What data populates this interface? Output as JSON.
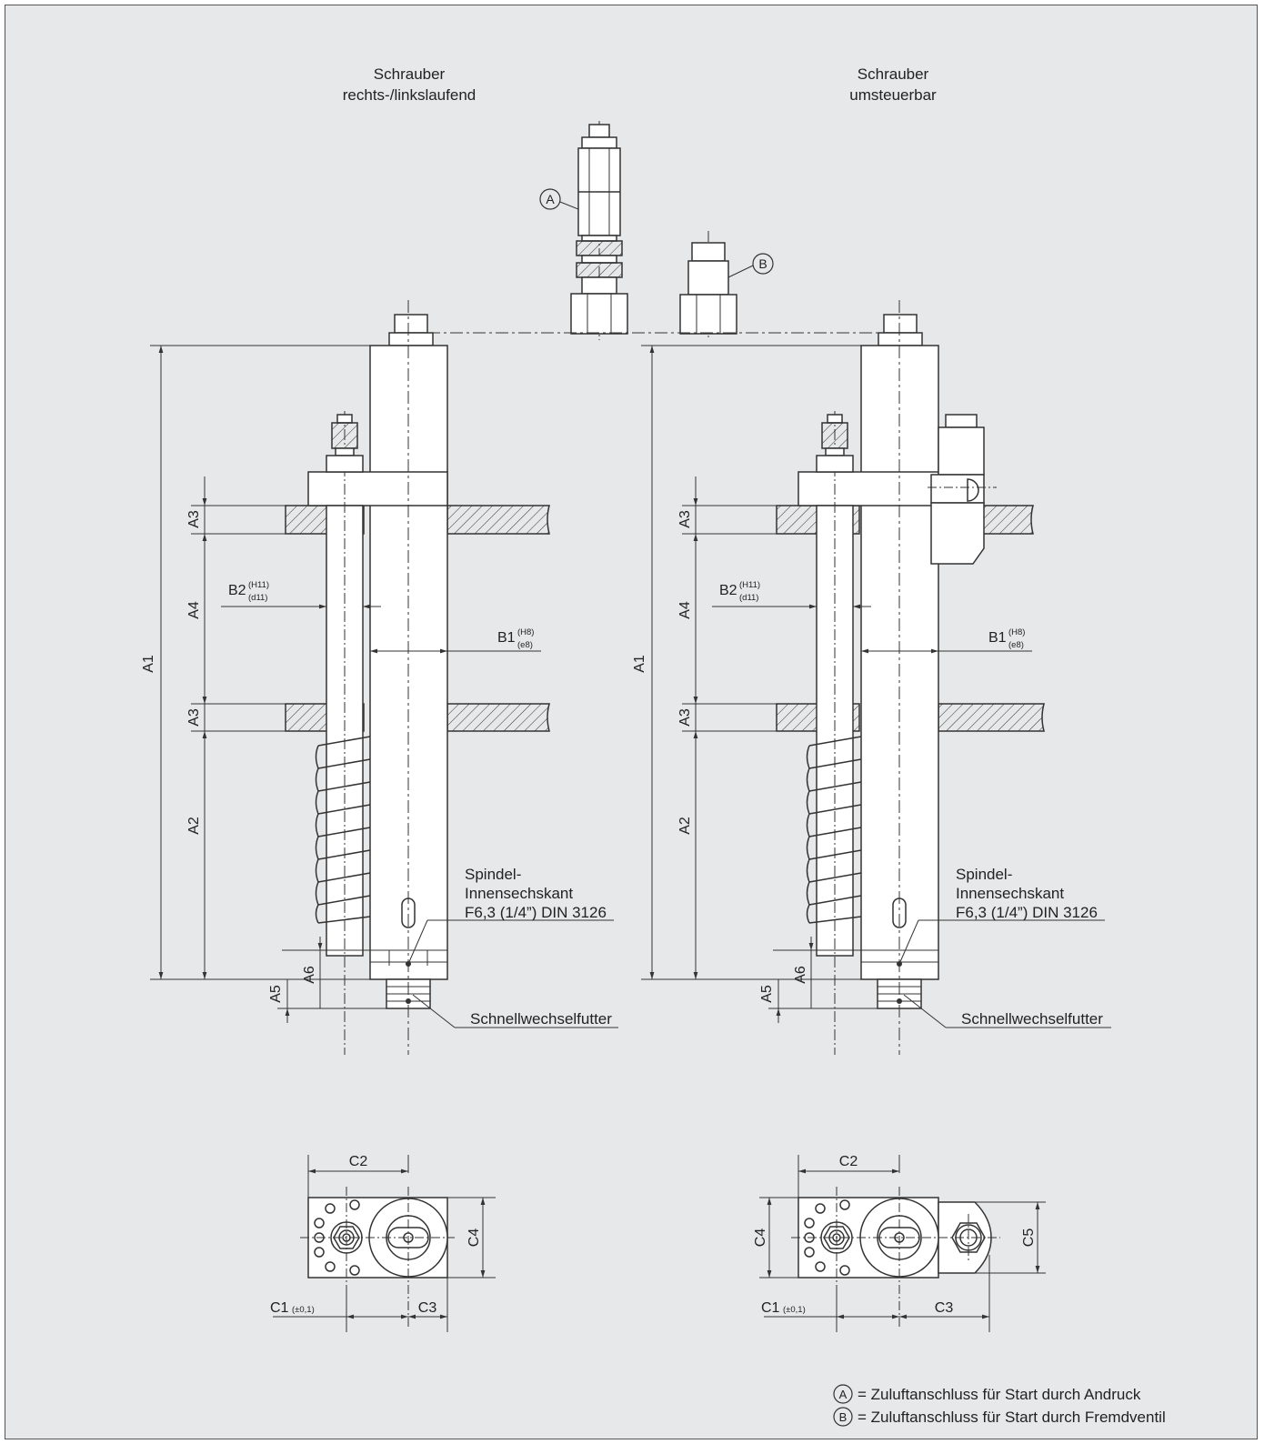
{
  "titles": {
    "left_line1": "Schrauber",
    "left_line2": "rechts-/linkslaufend",
    "right_line1": "Schrauber",
    "right_line2": "umsteuerbar"
  },
  "callouts": {
    "A": "A",
    "B": "B",
    "spindle_line1": "Spindel-",
    "spindle_line2": "Innensechskant",
    "spindle_line3": "F6,3 (1/4”) DIN 3126",
    "chuck": "Schnellwechselfutter"
  },
  "dimensions": {
    "A1": "A1",
    "A2": "A2",
    "A3": "A3",
    "A4": "A4",
    "A5": "A5",
    "A6": "A6",
    "B1": "B1",
    "B1_sup": "(H8)",
    "B1_sub": "(e8)",
    "B2": "B2",
    "B2_sup": "(H11)",
    "B2_sub": "(d11)",
    "C1": "C1",
    "C1_tol": "(±0,1)",
    "C2": "C2",
    "C3": "C3",
    "C4": "C4",
    "C5": "C5"
  },
  "legend": {
    "a_symbol": "A",
    "a_text": "= Zuluftanschluss für Start durch Andruck",
    "b_symbol": "B",
    "b_text": "= Zuluftanschluss für Start durch Fremdventil"
  },
  "colors": {
    "background": "#e7e8e9",
    "line": "#333333",
    "page": "#ffffff"
  }
}
